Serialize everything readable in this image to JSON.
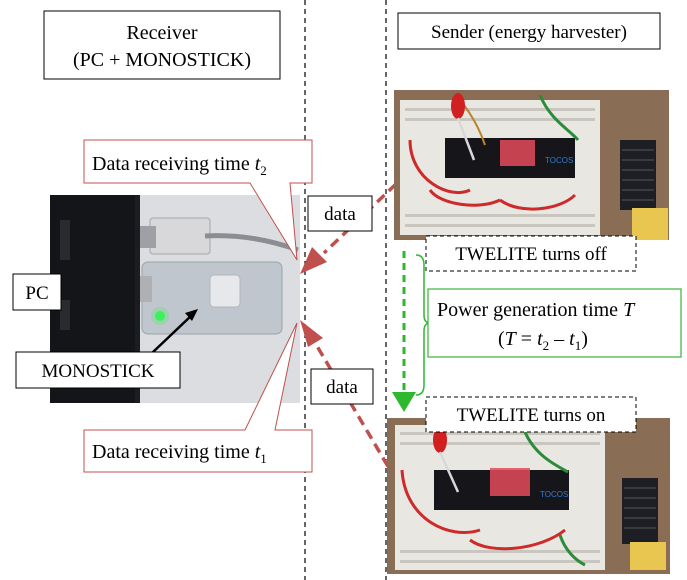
{
  "receiver": {
    "line1": "Receiver",
    "line2": "(PC + MONOSTICK)"
  },
  "sender": {
    "label": "Sender (energy harvester)"
  },
  "labels": {
    "pc": "PC",
    "monostick": "MONOSTICK",
    "data_top": "data",
    "data_bottom": "data",
    "time_t2_prefix": "Data receiving time ",
    "time_t2_var": "t",
    "time_t2_sub": "2",
    "time_t1_prefix": "Data receiving time ",
    "time_t1_var": "t",
    "time_t1_sub": "1",
    "turns_off": "TWELITE turns off",
    "turns_on": "TWELITE turns on",
    "power_line1_prefix": "Power generation time ",
    "power_line1_var": "T",
    "power_line2_open": "(",
    "power_line2_T": "T",
    "power_line2_eq": " = ",
    "power_line2_t": "t",
    "power_line2_sub2": "2",
    "power_line2_minus": " – ",
    "power_line2_t_b": "t",
    "power_line2_sub1": "1",
    "power_line2_close": ")",
    "board_text_top": "TOCOS",
    "board_text_bottom": "TOCOS"
  },
  "colors": {
    "red_box": "#c0504d",
    "red_arrow": "#c0504d",
    "green_box": "#3cb03c",
    "green_arrow": "#2db82d",
    "black": "#000000"
  }
}
